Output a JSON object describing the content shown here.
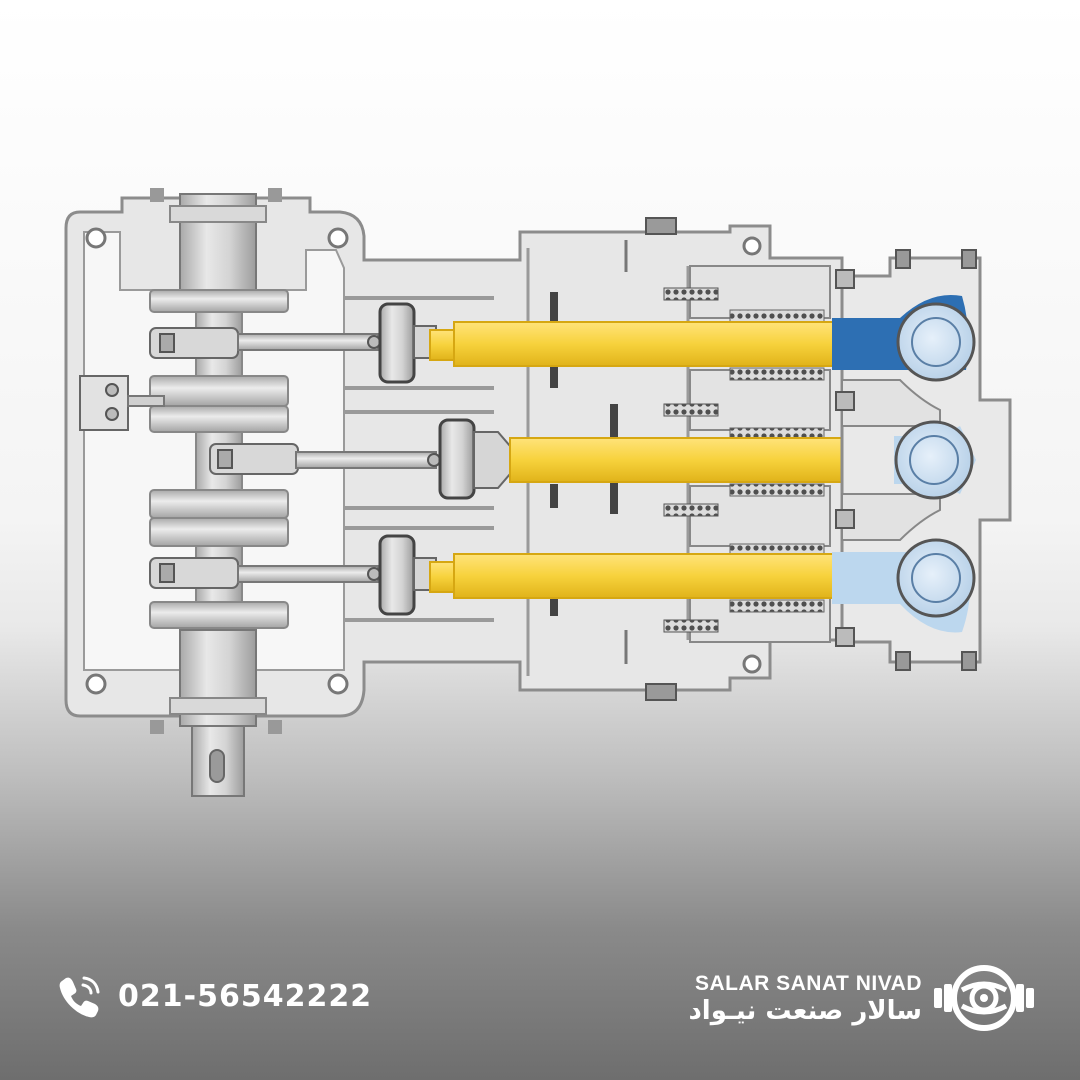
{
  "colors": {
    "housing": "#e7e7e7",
    "outline": "#8c8c8c",
    "dark_outline": "#555555",
    "plunger": "#f7d23c",
    "plunger_edge": "#d6a712",
    "fluid_dark": "#2d6fb3",
    "fluid_light": "#bcd7ee",
    "metal": "#c9c9c9",
    "spring": "#555555"
  },
  "contact": {
    "phone": "021-56542222",
    "icon": "phone-icon"
  },
  "brand": {
    "name_en": "SALAR SANAT NIVAD",
    "name_fa": "سالار صنعت نیـواد",
    "logo": "gear-logo-icon"
  }
}
